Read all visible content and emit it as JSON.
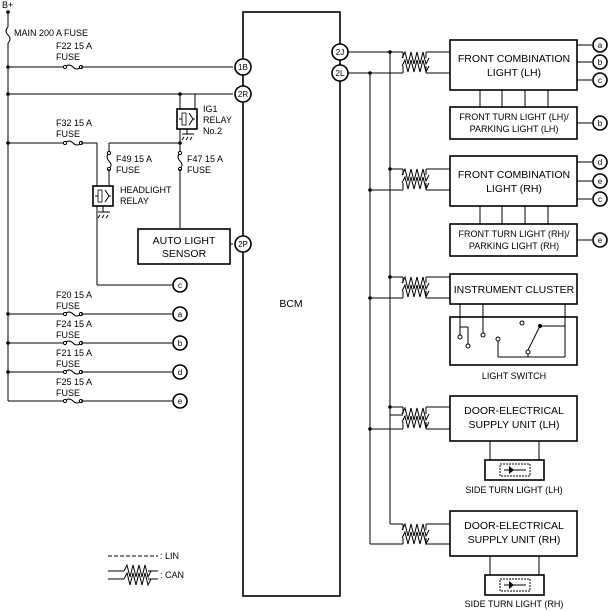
{
  "supply": {
    "battery": "B+",
    "main_fuse": "MAIN 200 A FUSE"
  },
  "fuses": {
    "f22": [
      "F22 15 A",
      "FUSE"
    ],
    "f32": [
      "F32 15 A",
      "FUSE"
    ],
    "f49": [
      "F49 15 A",
      "FUSE"
    ],
    "f47": [
      "F47 15 A",
      "FUSE"
    ],
    "f20": [
      "F20 15 A",
      "FUSE"
    ],
    "f24": [
      "F24 15 A",
      "FUSE"
    ],
    "f21": [
      "F21 15 A",
      "FUSE"
    ],
    "f25": [
      "F25 15 A",
      "FUSE"
    ]
  },
  "relays": {
    "ig1": [
      "IG1",
      "RELAY",
      "No.2"
    ],
    "headlight": [
      "HEADLIGHT",
      "RELAY"
    ]
  },
  "sensor": [
    "AUTO LIGHT",
    "SENSOR"
  ],
  "bcm": {
    "label": "BCM",
    "pins": {
      "p1b": "1B",
      "p2r": "2R",
      "p2p": "2P",
      "p2j": "2J",
      "p2l": "2L"
    }
  },
  "modules": {
    "fcl_lh": [
      "FRONT COMBINATION",
      "LIGHT (LH)"
    ],
    "ftl_lh": [
      "FRONT TURN LIGHT (LH)/",
      "PARKING LIGHT (LH)"
    ],
    "fcl_rh": [
      "FRONT COMBINATION",
      "LIGHT (RH)"
    ],
    "ftl_rh": [
      "FRONT TURN LIGHT (RH)/",
      "PARKING LIGHT (RH)"
    ],
    "cluster": "INSTRUMENT CLUSTER",
    "light_switch": "LIGHT SWITCH",
    "desu_lh": [
      "DOOR-ELECTRICAL",
      "SUPPLY UNIT (LH)"
    ],
    "side_lh": "SIDE TURN LIGHT (LH)",
    "desu_rh": [
      "DOOR-ELECTRICAL",
      "SUPPLY UNIT (RH)"
    ],
    "side_rh": "SIDE TURN LIGHT (RH)"
  },
  "refs": {
    "a": "a",
    "b": "b",
    "c": "c",
    "d": "d",
    "e": "e"
  },
  "legend": {
    "lin": ": LIN",
    "can": ": CAN"
  }
}
